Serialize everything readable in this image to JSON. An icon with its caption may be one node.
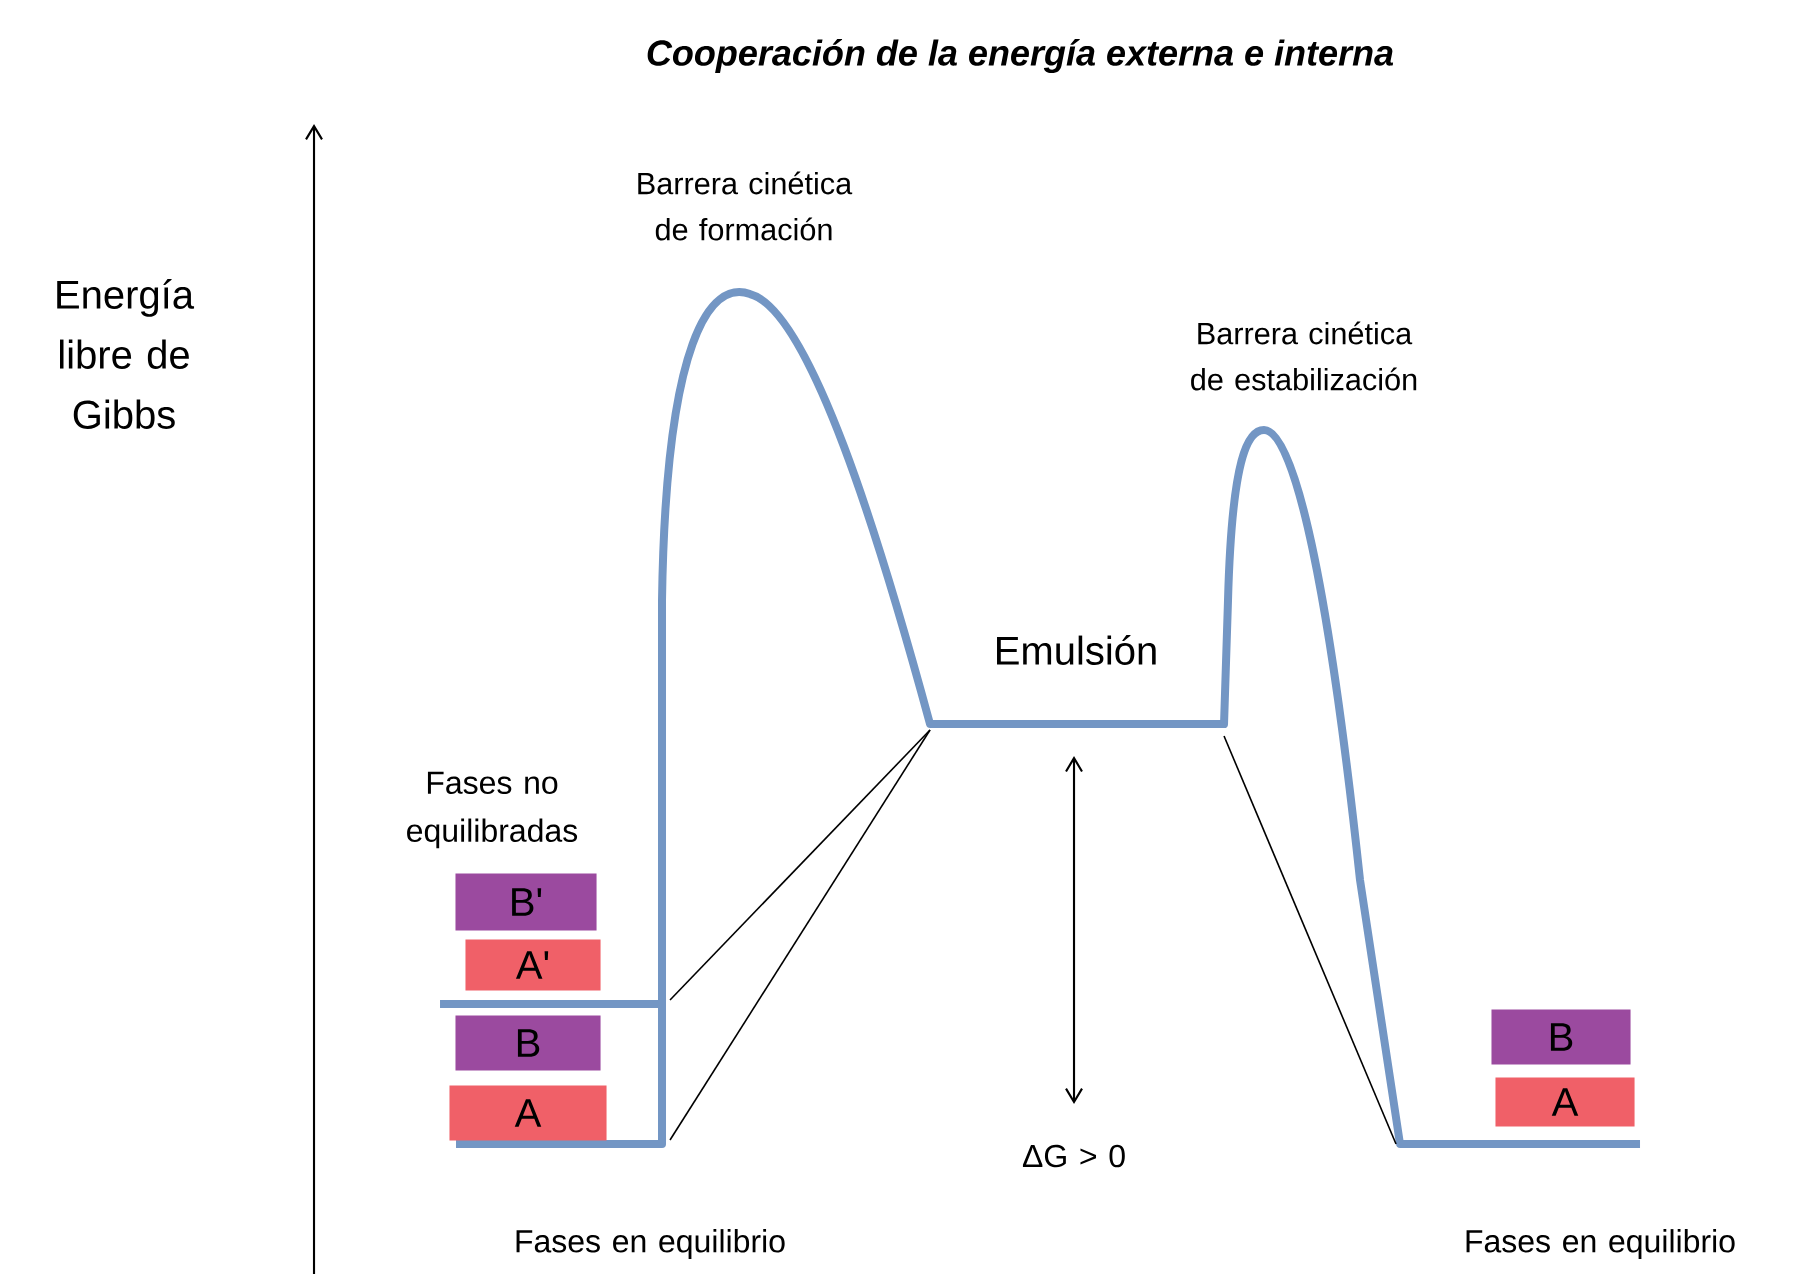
{
  "diagram": {
    "title": "Cooperación de la energía externa e interna",
    "nodes": [
      {
        "text": [
          "B'"
        ]
      },
      {
        "text": [
          "A'"
        ]
      },
      {
        "text": [
          "B"
        ]
      },
      {
        "text": [
          "A"
        ]
      },
      {
        "text": [
          "B"
        ]
      },
      {
        "text": [
          "A"
        ]
      }
    ],
    "labels": [
      "Energía libre de Gibbs",
      "Barrera cinética de formación",
      "Barrera cinética de estabilización",
      "Emulsión",
      "Fases no equilibradas",
      "ΔG > 0",
      "Fases en equilibrio",
      "Fases en equilibrio"
    ]
  }
}
